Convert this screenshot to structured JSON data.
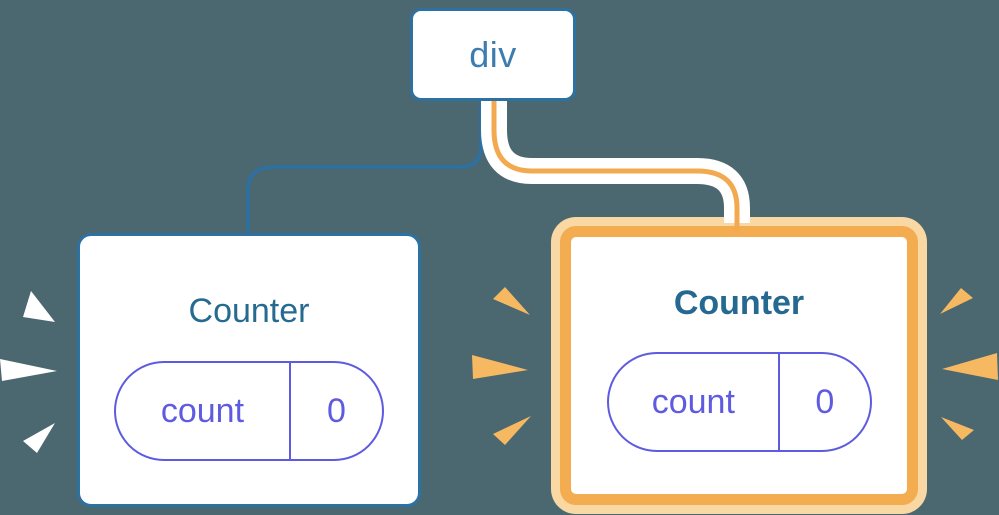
{
  "background_color": "#4B6770",
  "palette": {
    "blue_border": "#2D71A3",
    "div_text": "#3B7DB1",
    "counter_text": "#266A92",
    "purple": "#5E5BE1",
    "orange_border": "#F3AC50",
    "orange_halo": "#FAD8A3",
    "orange_spark": "#F6B962",
    "white_spark": "#FFFFFF"
  },
  "tree": {
    "root": {
      "label": "div"
    },
    "children": [
      {
        "title": "Counter",
        "highlighted": false,
        "state": {
          "key": "count",
          "value": "0"
        }
      },
      {
        "title": "Counter",
        "highlighted": true,
        "state": {
          "key": "count",
          "value": "0"
        }
      }
    ]
  }
}
